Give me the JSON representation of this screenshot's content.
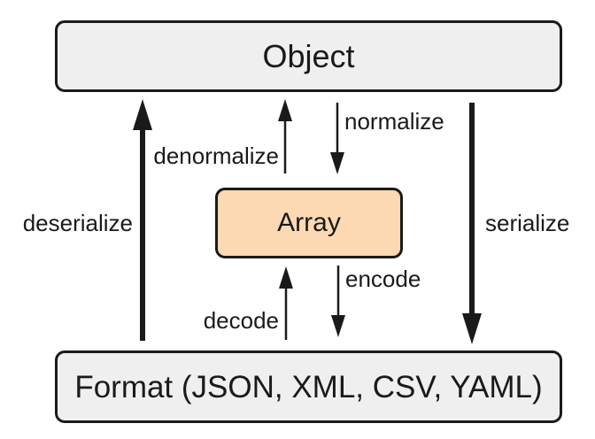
{
  "diagram": {
    "title_semantics": "serializer-data-flow",
    "nodes": {
      "object": {
        "label": "Object"
      },
      "array": {
        "label": "Array"
      },
      "format": {
        "label": "Format (JSON, XML, CSV, YAML)"
      }
    },
    "edges": {
      "deserialize": {
        "label": "deserialize",
        "from": "format",
        "to": "object",
        "direction": "up",
        "weight": "thick"
      },
      "serialize": {
        "label": "serialize",
        "from": "object",
        "to": "format",
        "direction": "down",
        "weight": "thick"
      },
      "denormalize": {
        "label": "denormalize",
        "from": "array",
        "to": "object",
        "direction": "up",
        "weight": "thin"
      },
      "normalize": {
        "label": "normalize",
        "from": "object",
        "to": "array",
        "direction": "down",
        "weight": "thin"
      },
      "decode": {
        "label": "decode",
        "from": "format",
        "to": "array",
        "direction": "up",
        "weight": "thin"
      },
      "encode": {
        "label": "encode",
        "from": "array",
        "to": "format",
        "direction": "down",
        "weight": "thin"
      }
    },
    "colors": {
      "node_fill": "#efefef",
      "array_fill": "#fcd9b2",
      "border": "#1a1a1a",
      "background": "#ffffff"
    }
  }
}
